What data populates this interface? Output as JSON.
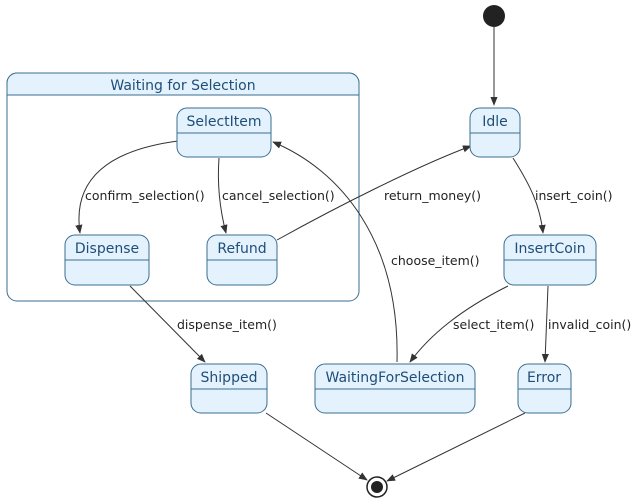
{
  "composite": {
    "title": "Waiting for Selection"
  },
  "states": {
    "select_item": "SelectItem",
    "dispense": "Dispense",
    "refund": "Refund",
    "idle": "Idle",
    "insert_coin": "InsertCoin",
    "shipped": "Shipped",
    "waiting": "WaitingForSelection",
    "error": "Error"
  },
  "transitions": {
    "confirm_selection": "confirm_selection()",
    "cancel_selection": "cancel_selection()",
    "return_money": "return_money()",
    "insert_coin": "insert_coin()",
    "choose_item": "choose_item()",
    "dispense_item": "dispense_item()",
    "select_item": "select_item()",
    "invalid_coin": "invalid_coin()"
  }
}
